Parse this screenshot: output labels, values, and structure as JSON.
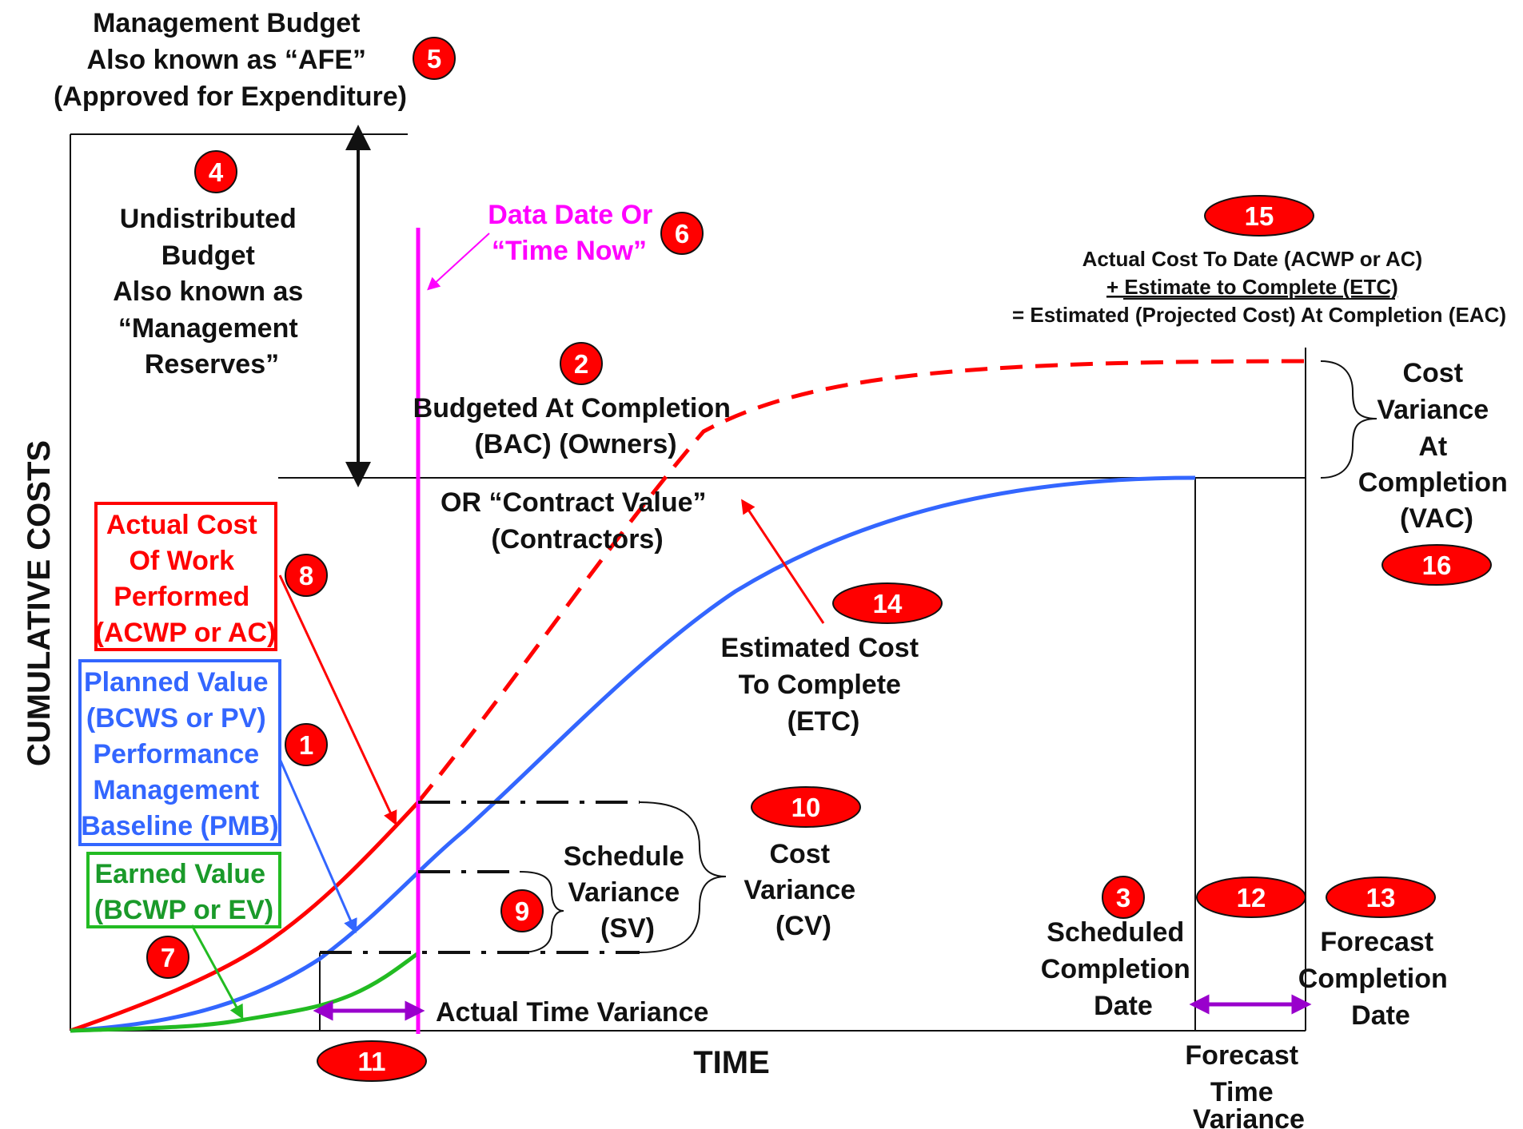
{
  "colors": {
    "actual_cost": "#ff0000",
    "planned_value": "#3366ff",
    "earned_value": "#22bb22",
    "data_date": "#ff00ff",
    "time_variance": "#9900cc",
    "badge_fill": "#ff0000",
    "text": "#111111"
  },
  "axes": {
    "y_label": "CUMULATIVE COSTS",
    "x_label": "TIME"
  },
  "badges": [
    "1",
    "2",
    "3",
    "4",
    "5",
    "6",
    "7",
    "8",
    "9",
    "10",
    "11",
    "12",
    "13",
    "14",
    "15",
    "16"
  ],
  "labels": {
    "management_budget": [
      "Management Budget",
      "Also known as “AFE”",
      "(Approved for Expenditure)"
    ],
    "undistributed_budget": [
      "Undistributed",
      "Budget",
      "Also known as",
      "“Management",
      "Reserves”"
    ],
    "data_date": [
      "Data Date Or",
      "“Time Now”"
    ],
    "bac": [
      "Budgeted At Completion",
      "(BAC) (Owners)"
    ],
    "contract_value": [
      "OR “Contract Value”",
      "(Contractors)"
    ],
    "eac_formula": [
      "Actual Cost To Date (ACWP or AC)",
      "+ Estimate to Complete (ETC)",
      "= Estimated (Projected Cost) At Completion (EAC)"
    ],
    "vac": [
      "Cost",
      "Variance",
      "At",
      "Completion",
      "(VAC)"
    ],
    "acwp": [
      "Actual Cost",
      "Of Work",
      "Performed",
      "(ACWP or AC)"
    ],
    "pv": [
      "Planned Value",
      "(BCWS or PV)",
      "Performance",
      "Management",
      "Baseline (PMB)"
    ],
    "ev": [
      "Earned Value",
      "(BCWP or EV)"
    ],
    "etc": [
      "Estimated Cost",
      "To Complete",
      "(ETC)"
    ],
    "sv": [
      "Schedule",
      "Variance",
      "(SV)"
    ],
    "cv": [
      "Cost",
      "Variance",
      "(CV)"
    ],
    "actual_time_variance": "Actual Time Variance",
    "scheduled_completion": [
      "Scheduled",
      "Completion",
      "Date"
    ],
    "forecast_completion": [
      "Forecast",
      "Completion",
      "Date"
    ],
    "forecast_time_variance": [
      "Forecast",
      "Time",
      "Variance"
    ]
  }
}
